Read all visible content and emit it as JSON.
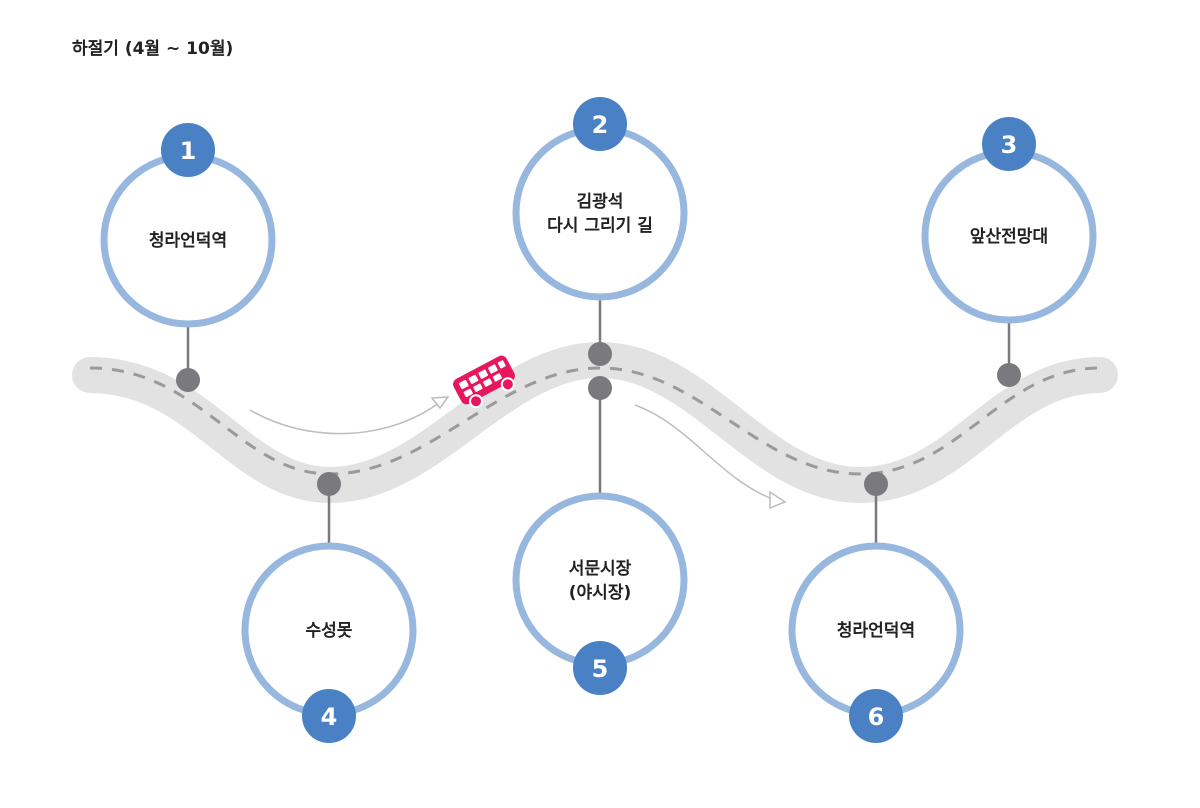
{
  "title": "하절기 (4월 ~ 10월)",
  "colors": {
    "ring": "#97b7df",
    "badge": "#4a80c4",
    "road": "#e2e2e2",
    "road_dash": "#9a9a9a",
    "node": "#7a7a7e",
    "bus": "#e8175d"
  },
  "stops": [
    {
      "number": "1",
      "lines": [
        "청라언덕역"
      ]
    },
    {
      "number": "2",
      "lines": [
        "김광석",
        "다시 그리기 길"
      ]
    },
    {
      "number": "3",
      "lines": [
        "앞산전망대"
      ]
    },
    {
      "number": "4",
      "lines": [
        "수성못"
      ]
    },
    {
      "number": "5",
      "lines": [
        "서문시장",
        "(야시장)"
      ]
    },
    {
      "number": "6",
      "lines": [
        "청라언덕역"
      ]
    }
  ]
}
